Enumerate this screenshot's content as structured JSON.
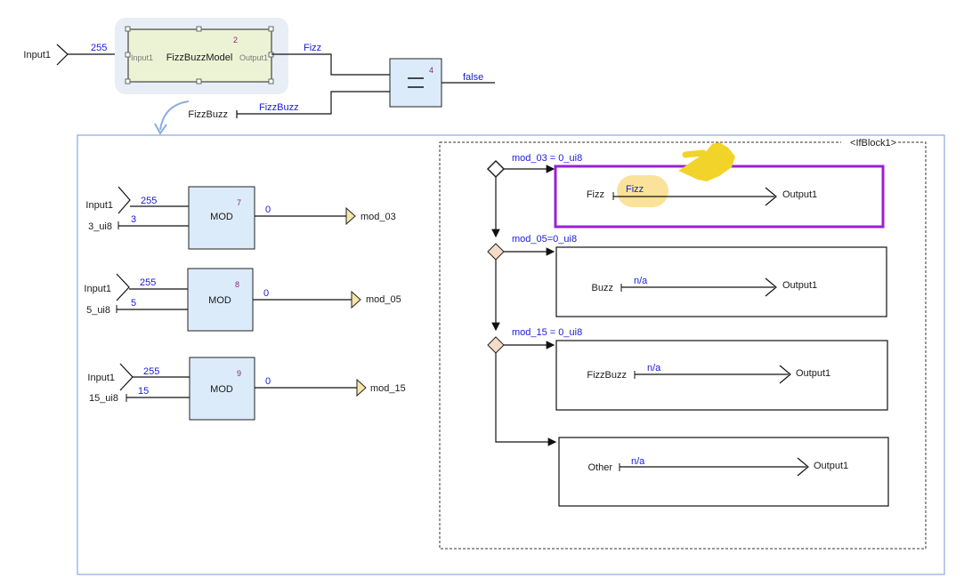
{
  "top": {
    "input_label": "Input1",
    "input_value": "255",
    "model_label": "FizzBuzzModel",
    "model_number": "2",
    "model_in_port": "Input1",
    "model_out_port": "Output1",
    "model_out_value": "Fizz",
    "compare_number": "4",
    "compare_out_value": "false",
    "const_label": "FizzBuzz",
    "const_value": "FizzBuzz"
  },
  "mods": [
    {
      "input_label": "Input1",
      "input_value": "255",
      "const_label": "3_ui8",
      "const_value": "3",
      "block": "MOD",
      "number": "7",
      "out_value": "0",
      "out_label": "mod_03"
    },
    {
      "input_label": "Input1",
      "input_value": "255",
      "const_label": "5_ui8",
      "const_value": "5",
      "block": "MOD",
      "number": "8",
      "out_value": "0",
      "out_label": "mod_05"
    },
    {
      "input_label": "Input1",
      "input_value": "255",
      "const_label": "15_ui8",
      "const_value": "15",
      "block": "MOD",
      "number": "9",
      "out_value": "0",
      "out_label": "mod_15"
    }
  ],
  "ifblock": {
    "title": "<IfBlock1>",
    "branches": [
      {
        "condition": "mod_03 = 0_ui8",
        "source": "Fizz",
        "value": "Fizz",
        "target": "Output1"
      },
      {
        "condition": "mod_05=0_ui8",
        "source": "Buzz",
        "value": "n/a",
        "target": "Output1"
      },
      {
        "condition": "mod_15 = 0_ui8",
        "source": "FizzBuzz",
        "value": "n/a",
        "target": "Output1"
      },
      {
        "condition": "",
        "source": "Other",
        "value": "n/a",
        "target": "Output1"
      }
    ]
  },
  "colors": {
    "model_fill": "#ecf2d4",
    "block_fill": "#dcebfa",
    "highlight_border": "#9b1fd6",
    "value_text": "#1a1adc",
    "number_text": "#8a2a7a",
    "pointer": "#f2d32a",
    "selection_bg": "#e8eef6",
    "container_border": "#6f9ad6"
  },
  "icons": {
    "pointer": "pointing-hand-icon",
    "expand_arrow": "curved-arrow-icon"
  }
}
